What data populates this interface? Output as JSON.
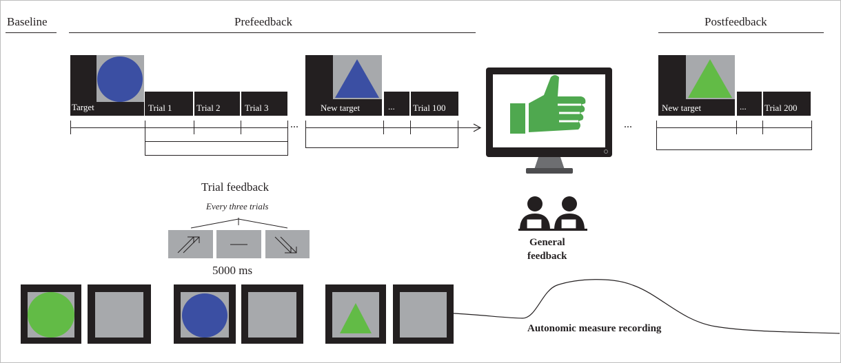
{
  "phases": {
    "baseline": "Baseline",
    "prefeedback": "Prefeedback",
    "postfeedback": "Postfeedback"
  },
  "blocks": {
    "target": "Target",
    "trial1": "Trial 1",
    "trial2": "Trial 2",
    "trial3": "Trial 3",
    "new_target_1": "New target",
    "dots_1": "...",
    "trial100": "Trial 100",
    "new_target_2": "New target",
    "dots_2": "...",
    "trial200": "Trial 200"
  },
  "timeline": {
    "ellipsis_1": "...",
    "ellipsis_2": "..."
  },
  "trial_feedback": {
    "title": "Trial feedback",
    "subtitle": "Every three trials",
    "duration": "5000 ms"
  },
  "general_feedback": {
    "line1": "General",
    "line2": "feedback"
  },
  "recording": {
    "label": "Autonomic measure recording"
  },
  "colors": {
    "dark": "#231f20",
    "gray": "#a7a9ac",
    "blue": "#3b4fa3",
    "green": "#62bb46",
    "thumb_green": "#4fa84f"
  }
}
